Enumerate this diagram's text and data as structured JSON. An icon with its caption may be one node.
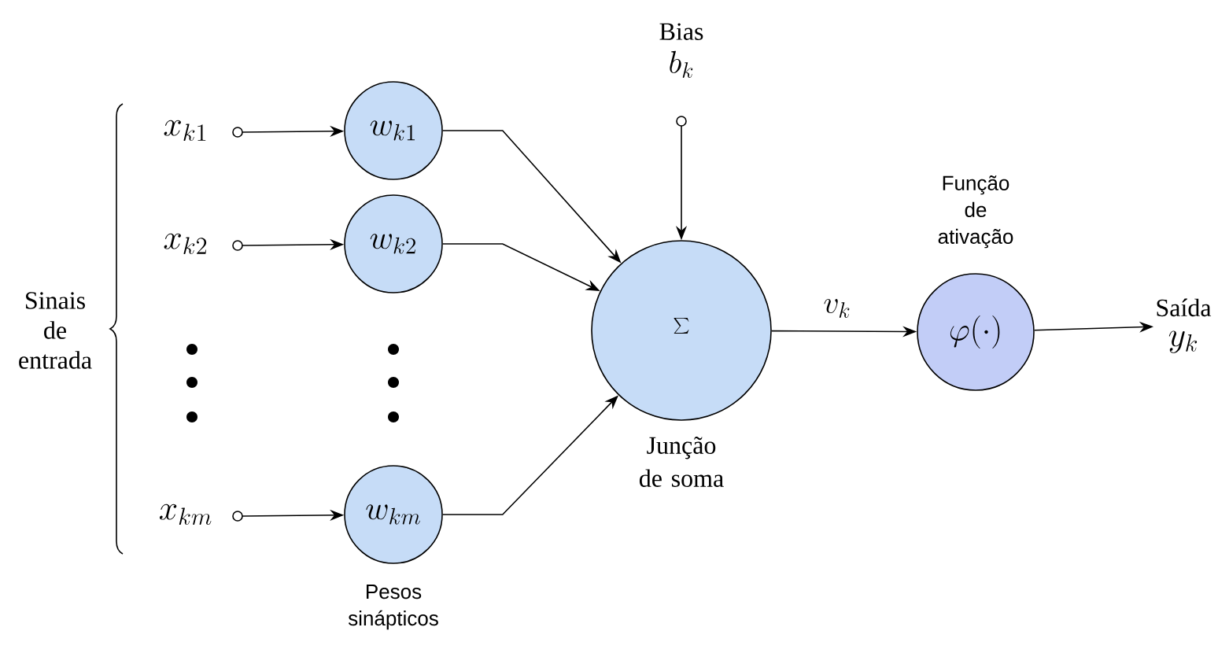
{
  "diagram": {
    "nodes": [
      {
        "text": [
          "x_{k1}"
        ]
      },
      {
        "text": [
          "x_{k2}"
        ]
      },
      {
        "text": [
          "x_{km}"
        ]
      },
      {
        "text": [
          "w_{k1}"
        ]
      },
      {
        "text": [
          "w_{k2}"
        ]
      },
      {
        "text": [
          "w_{km}"
        ]
      },
      {
        "text": [
          "Bias",
          "b_k"
        ]
      },
      {
        "text": [
          "\\sum"
        ],
        "beside": [
          "Junção de soma"
        ]
      },
      {
        "text": [
          "\\varphi(\\cdot)"
        ],
        "beside": [
          "Função de ativação"
        ]
      },
      {
        "text": [
          "Saída",
          "y_k"
        ]
      }
    ],
    "edges": [
      {
        "from": 0,
        "to": 3,
        "arrow": "to"
      },
      {
        "from": 1,
        "to": 4,
        "arrow": "to"
      },
      {
        "from": 2,
        "to": 5,
        "arrow": "to"
      },
      {
        "from": 3,
        "to": 7,
        "arrow": "to"
      },
      {
        "from": 4,
        "to": 7,
        "arrow": "to"
      },
      {
        "from": 5,
        "to": 7,
        "arrow": "to"
      },
      {
        "from": 6,
        "to": 7,
        "arrow": "to"
      },
      {
        "from": 7,
        "to": 8,
        "arrow": "to",
        "label": "v_k"
      },
      {
        "from": 8,
        "to": 9,
        "arrow": "to"
      }
    ],
    "labels": [
      "Sinais de entrada",
      "Pesos sinápticos"
    ]
  }
}
